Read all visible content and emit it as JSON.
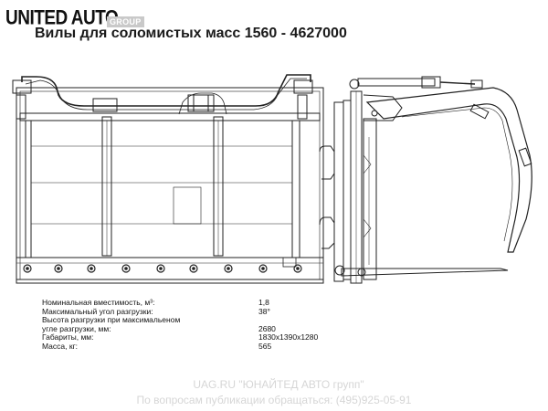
{
  "logo": {
    "main": "UNITED AUTO",
    "sub": "GROUP"
  },
  "title": "Вилы для соломистых масс 1560 - 4627000",
  "specs": [
    {
      "label": "Номинальная вместимость, м³:",
      "value": "1,8"
    },
    {
      "label": "Максимальный угол разгрузки:",
      "value": "38°"
    },
    {
      "label": "Высота разгрузки при максимальеном",
      "label2": "угле разгрузки, мм:",
      "value": "2680"
    },
    {
      "label": "Габариты, мм:",
      "value": "1830x1390x1280"
    },
    {
      "label": "Масса, кг:",
      "value": "565"
    }
  ],
  "footer": {
    "line1": "UAG.RU \"ЮНАЙТЕД АВТО групп\"",
    "line2": "По вопросам публикации обращаться: (495)925-05-91"
  }
}
